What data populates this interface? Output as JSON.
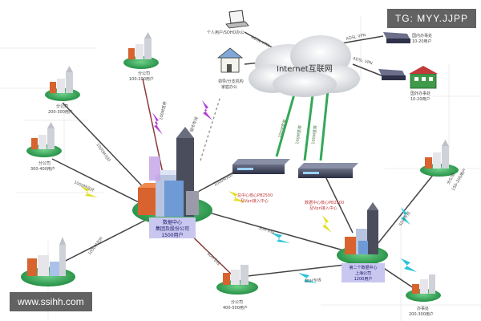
{
  "internet": {
    "label": "Internet互联网"
  },
  "links": {
    "adsl_top": "ADSL VPN",
    "adsl_right": "ADSL VPN",
    "m100_a": "100M宽带",
    "m100_b": "100M宽带",
    "m100_c": "100M宽带",
    "m100_d": "100M宽带",
    "m1000_a": "1000M光纤",
    "m1000_b": "1000M光纤",
    "m1000_c": "1000M光纤",
    "m1000_d": "1000M光纤",
    "sdh_a": "SDH专线",
    "sdh_b": "SDH专线",
    "sdh_c": "SDH专线",
    "sdh_d": "SDH专线",
    "dot_line": "城市专线"
  },
  "nodes": {
    "hq_dc": {
      "line1": "数据中心",
      "line2": "集团及股份公司",
      "line3": "1500用户"
    },
    "sh_dc": {
      "line1": "第二个数据中心",
      "line2": "上海公司",
      "line3": "1200用户"
    },
    "branch_top": {
      "name": "分公司",
      "users": "100-200用户"
    },
    "branch_left1": {
      "name": "分公司",
      "users": "200-300用户"
    },
    "branch_left2": {
      "name": "分公司",
      "users": "300-400用户"
    },
    "branch_bottom": {
      "name": "分公司",
      "users": "400-500用户"
    },
    "branch_right": {
      "name": "分公司",
      "users": "150-200用户"
    },
    "office": {
      "name": "办事处",
      "users": "200-300用户"
    },
    "mobile": {
      "name": "个人用户/SOHO办公"
    },
    "home": {
      "name": "领导/分支机构",
      "users": "家庭办公"
    },
    "office_net1": {
      "name": "国内办事处",
      "users": "10-20用户"
    },
    "office_net2": {
      "name": "国外办事处",
      "users": "10-20用户"
    }
  },
  "devices": {
    "fw_left": {
      "label1": "总中心核心PB2500",
      "label2": "及Vpn接入中心"
    },
    "fw_right": {
      "label1": "数据中心核心PB2500",
      "label2": "及Vpn接入中心"
    }
  },
  "watermarks": {
    "top_right": "TG: MYY.JJPP",
    "bottom_left": "www.ssihh.com"
  }
}
